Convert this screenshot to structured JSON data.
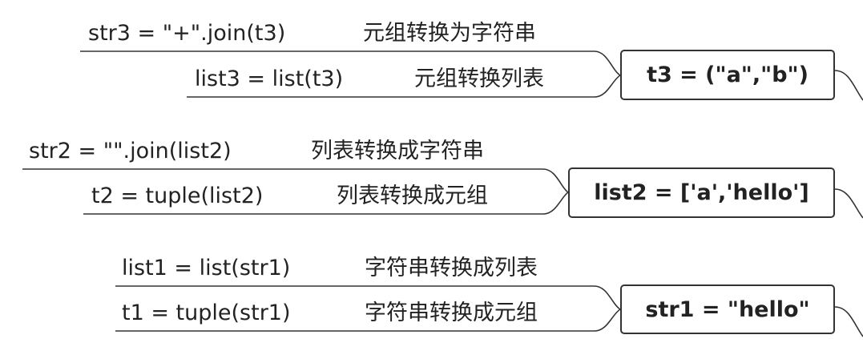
{
  "nodes": [
    {
      "title": "t3 = (\"a\",\"b\")",
      "branches": [
        {
          "code": "str3 = \"+\".join(t3)",
          "desc": "元组转换为字符串"
        },
        {
          "code": "list3 = list(t3)",
          "desc": "元组转换列表"
        }
      ]
    },
    {
      "title": "list2 = ['a','hello']",
      "branches": [
        {
          "code": "str2 = \"\".join(list2)",
          "desc": "列表转换成字符串"
        },
        {
          "code": "t2 = tuple(list2)",
          "desc": "列表转换成元组"
        }
      ]
    },
    {
      "title": "str1 = \"hello\"",
      "branches": [
        {
          "code": "list1 = list(str1)",
          "desc": "字符串转换成列表"
        },
        {
          "code": "t1 = tuple(str1)",
          "desc": "字符串转换成元组"
        }
      ]
    }
  ],
  "colors": {
    "line": "#333333",
    "text": "#222222",
    "node_border": "#333333"
  }
}
